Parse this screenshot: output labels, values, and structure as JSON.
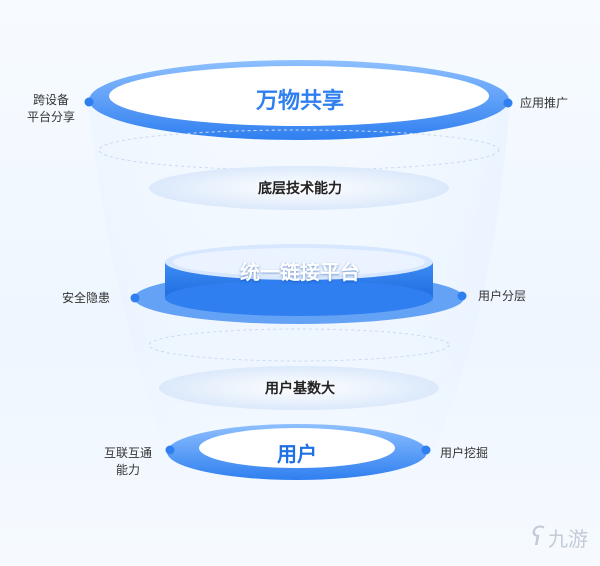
{
  "diagram": {
    "levels": {
      "top": {
        "title": "万物共享"
      },
      "mid_label": "底层技术能力",
      "center": {
        "title": "统一链接平台"
      },
      "lower_label": "用户基数大",
      "bottom": {
        "title": "用户"
      }
    },
    "side_labels": {
      "top_left_line1": "跨设备",
      "top_left_line2": "平台分享",
      "top_right": "应用推广",
      "center_left": "安全隐患",
      "center_right": "用户分层",
      "bottom_left_line1": "互联互通",
      "bottom_left_line2": "能力",
      "bottom_right": "用户挖掘"
    },
    "colors": {
      "accent": "#2f7ff0",
      "ring_light": "#bcd8ff",
      "text_dark": "#333333",
      "bottom_title": "#1f6fe6"
    }
  },
  "watermark": {
    "mark": "ʕ",
    "text": "九游"
  }
}
